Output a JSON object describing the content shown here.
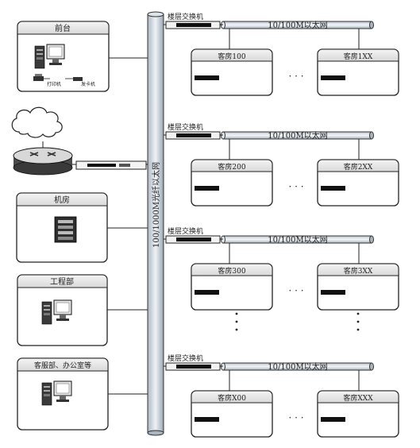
{
  "backbone": {
    "label": "100/1000M光纤以太网"
  },
  "left_units": [
    {
      "key": "front_desk",
      "title": "前台",
      "sub_labels": [
        "打印机",
        "发卡机"
      ]
    },
    {
      "key": "machine_room",
      "title": "机房"
    },
    {
      "key": "engineering",
      "title": "工程部"
    },
    {
      "key": "offices",
      "title": "客服部、办公室等"
    }
  ],
  "floors": [
    {
      "switch_label": "楼层交换机",
      "ethernet_label": "10/100M以太网",
      "room_left": "客房100",
      "room_right": "客房1XX"
    },
    {
      "switch_label": "楼层交换机",
      "ethernet_label": "10/100M以太网",
      "room_left": "客房200",
      "room_right": "客房2XX"
    },
    {
      "switch_label": "楼层交换机",
      "ethernet_label": "10/100M以太网",
      "room_left": "客房300",
      "room_right": "客房3XX"
    },
    {
      "switch_label": "楼层交换机",
      "ethernet_label": "10/100M以太网",
      "room_left": "客房X00",
      "room_right": "客房XXX"
    }
  ],
  "ellipsis": "· · ·",
  "icons": [
    "computer-icon",
    "printer-icon",
    "card-reader-icon",
    "cloud-icon",
    "router-icon",
    "switch-icon",
    "server-rack-icon",
    "laptop-icon"
  ],
  "colors": {
    "line": "#222222",
    "panel_head": "#e6e6e6",
    "pipe": "#d8e0e8"
  }
}
